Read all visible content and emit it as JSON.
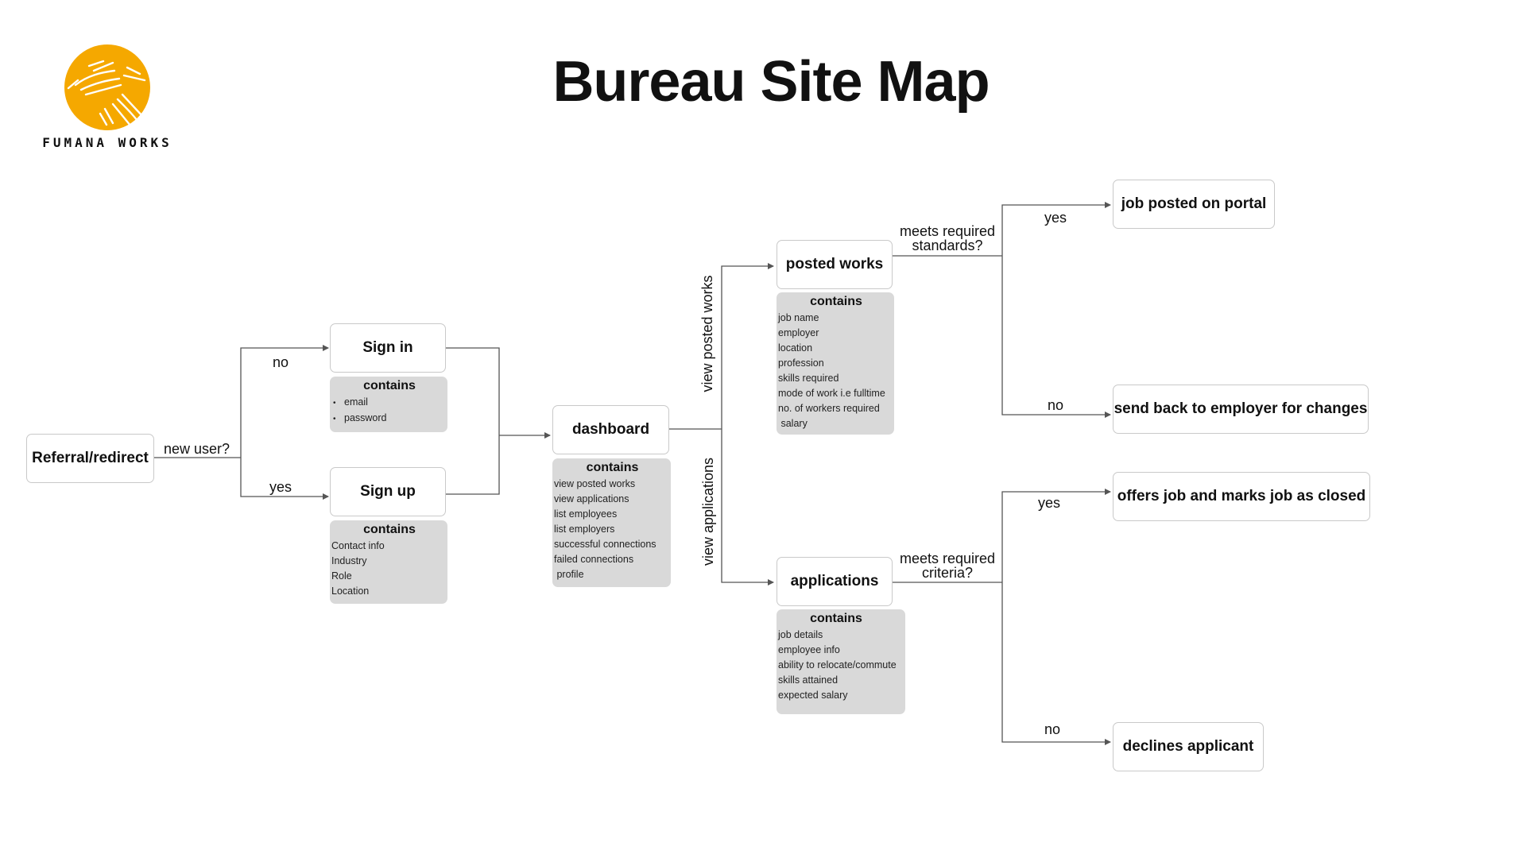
{
  "brand": {
    "name": "FUMANA WORKS",
    "logo_icon": "helping-hands-icon",
    "logo_color": "#F5A800"
  },
  "title": "Bureau Site Map",
  "nodes": {
    "referral": "Referral/redirect",
    "sign_in": "Sign in",
    "sign_up": "Sign up",
    "dashboard": "dashboard",
    "posted_works": "posted works",
    "applications": "applications",
    "job_posted": "job posted on portal",
    "send_back": "send back to employer for changes",
    "offers_job": "offers job and marks job as closed",
    "declines": "declines applicant"
  },
  "contains": {
    "sign_in": {
      "title": "contains",
      "items": [
        "email",
        "password"
      ]
    },
    "sign_up": {
      "title": "contains",
      "items": [
        "Contact info",
        "Industry",
        "Role",
        "Location"
      ]
    },
    "dashboard": {
      "title": "contains",
      "items": [
        "view posted works",
        "view applications",
        "list employees",
        "list employers",
        "successful connections",
        "failed connections",
        " profile"
      ]
    },
    "posted_works": {
      "title": "contains",
      "items": [
        "job name",
        "employer",
        "location",
        "profession",
        "skills required",
        "mode of work i.e fulltime",
        "no. of workers required",
        " salary"
      ]
    },
    "applications": {
      "title": "contains",
      "items": [
        "job details",
        "employee info",
        "ability to relocate/commute",
        "skills attained",
        "expected salary"
      ]
    }
  },
  "edge_labels": {
    "new_user": "new user?",
    "no": "no",
    "yes": "yes",
    "view_posted_works": "view posted works",
    "view_applications": "view applications",
    "meets_standards_1": "meets required",
    "meets_standards_2": "standards?",
    "meets_criteria_1": "meets required",
    "meets_criteria_2": "criteria?"
  },
  "colors": {
    "line": "#555555",
    "node_border": "#c9c9c9",
    "contains_bg": "#d9d9d9"
  }
}
